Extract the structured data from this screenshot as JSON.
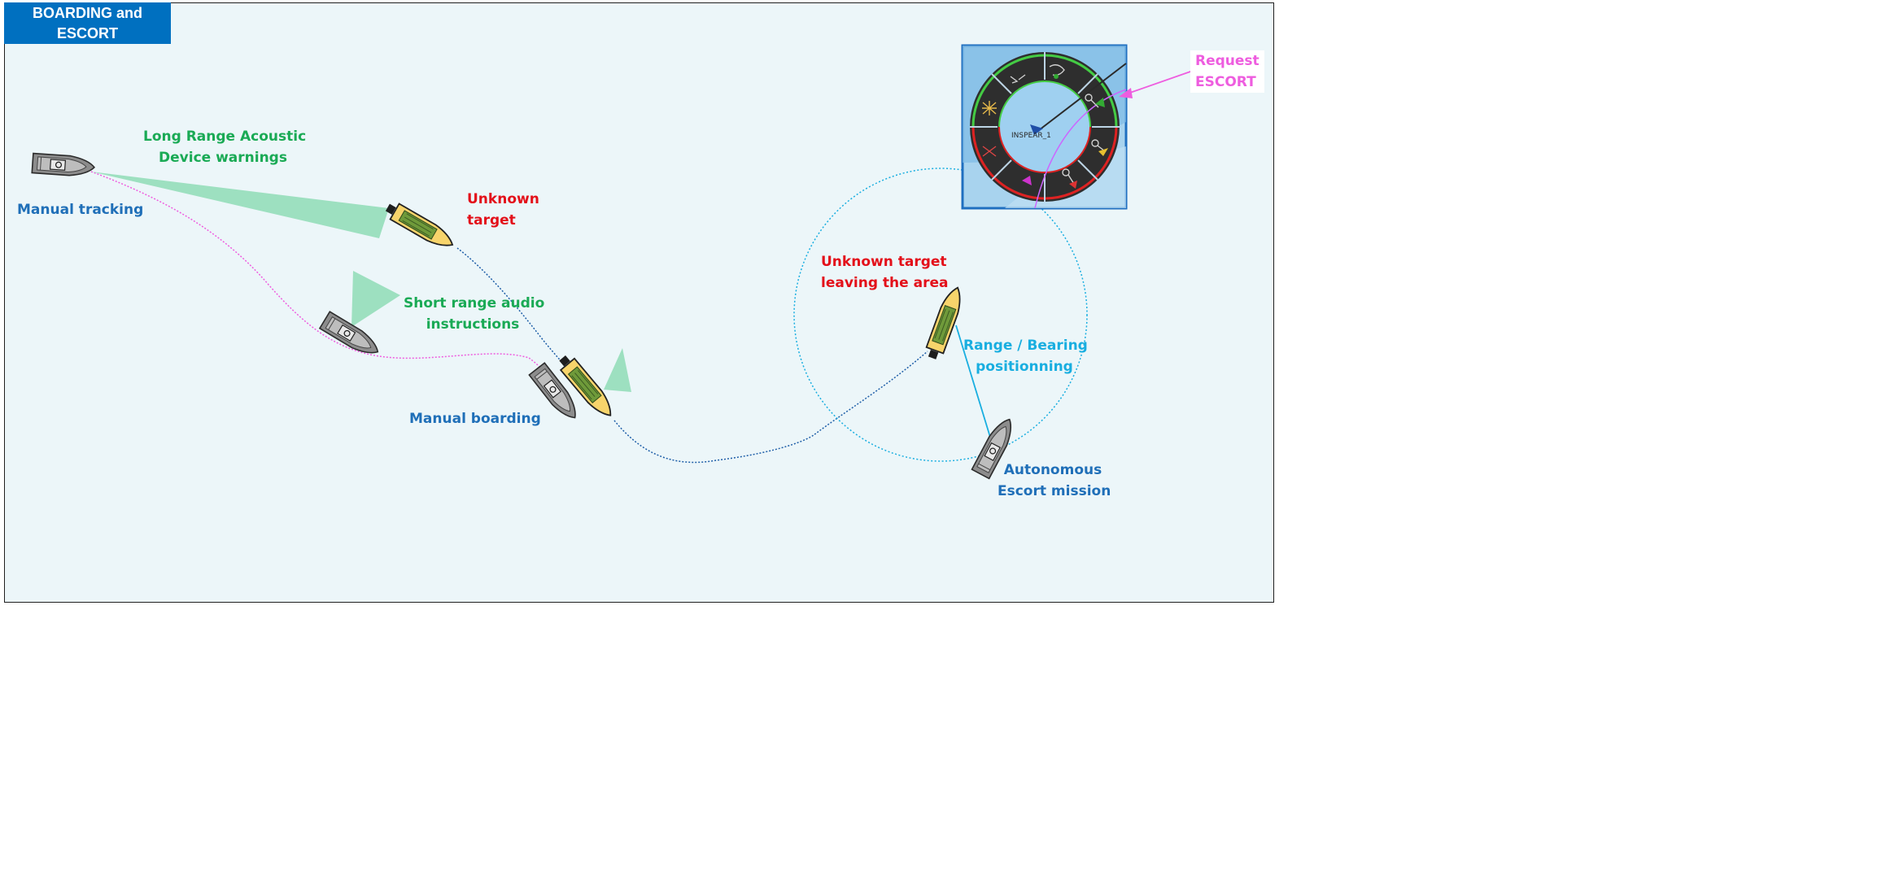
{
  "title": "BOARDING and\nESCORT",
  "labels": {
    "manual_tracking": "Manual tracking",
    "lrad_line1": "Long Range Acoustic",
    "lrad_line2": "Device warnings",
    "unknown_target_line1": "Unknown",
    "unknown_target_line2": "target",
    "short_range_line1": "Short range audio",
    "short_range_line2": "instructions",
    "manual_boarding": "Manual boarding",
    "leaving_line1": "Unknown target",
    "leaving_line2": "leaving the area",
    "range_bearing_line1": "Range / Bearing",
    "range_bearing_line2": "positionning",
    "escort_line1": "Autonomous",
    "escort_line2": "Escort mission",
    "request_line1": "Request",
    "request_line2": "ESCORT"
  },
  "menu": {
    "unit_name": "INSPEAR_1"
  },
  "colors": {
    "title_bg": "#0070c0",
    "label_blue": "#1f6fb8",
    "label_green": "#1aaa55",
    "label_red": "#e3101a",
    "label_cyan": "#19aee0",
    "label_pink": "#ee5ddf",
    "acoustic_beam": "#8fdcb6",
    "target_hull": "#f7d46b",
    "patrol_hull": "#8c8c8c",
    "sea": "#ecf6f9"
  }
}
